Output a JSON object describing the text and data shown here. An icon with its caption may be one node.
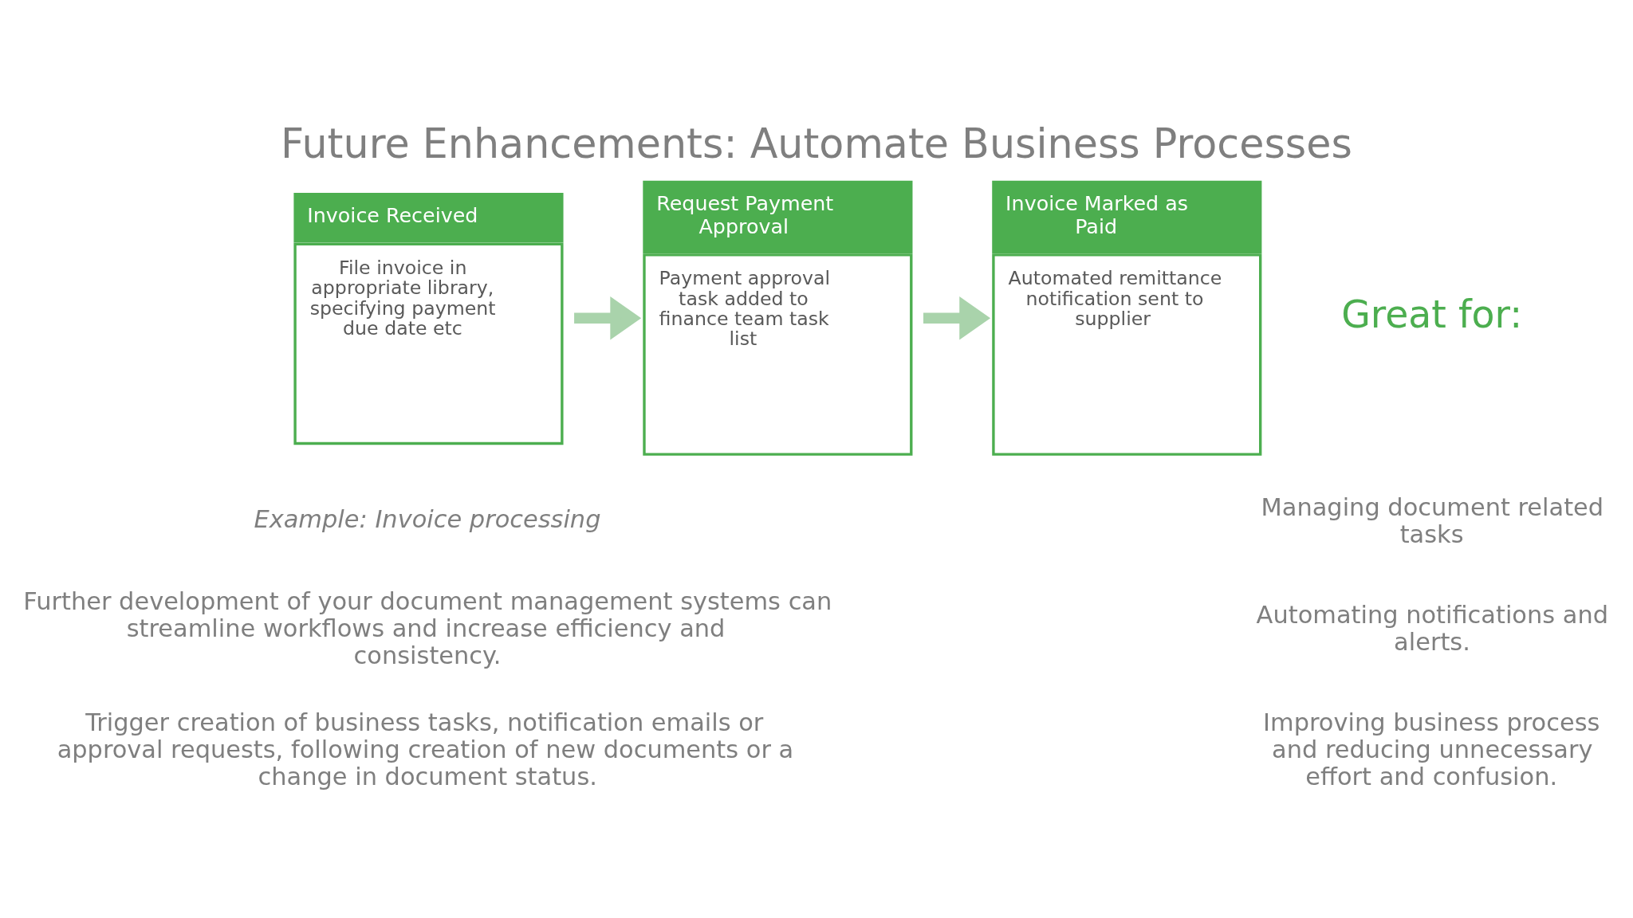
{
  "diagram": {
    "title": "Future Enhancements: Automate Business Processes",
    "nodes": [
      {
        "text": [
          "Invoice Received",
          "File invoice in appropriate library, specifying payment due date etc"
        ]
      },
      {
        "text": [
          "Request Payment Approval",
          "Payment approval task added to finance team task list"
        ]
      },
      {
        "text": [
          "Invoice Marked as Paid",
          "Automated remittance notification sent to supplier"
        ]
      }
    ],
    "edges": [
      {
        "from": 0,
        "to": 1,
        "arrow": "to"
      },
      {
        "from": 1,
        "to": 2,
        "arrow": "to"
      }
    ],
    "labels": [
      "Example: Invoice processing",
      "Further development of your document management systems can streamline workflows and increase efficiency and consistency.",
      "Trigger creation of business tasks, notification emails or approval requests, following creation of new documents or a change in document status.",
      "Great for:",
      "Managing document related tasks",
      "Automating notifications and alerts.",
      "Improving business process and reducing unnecessary effort and confusion."
    ]
  }
}
